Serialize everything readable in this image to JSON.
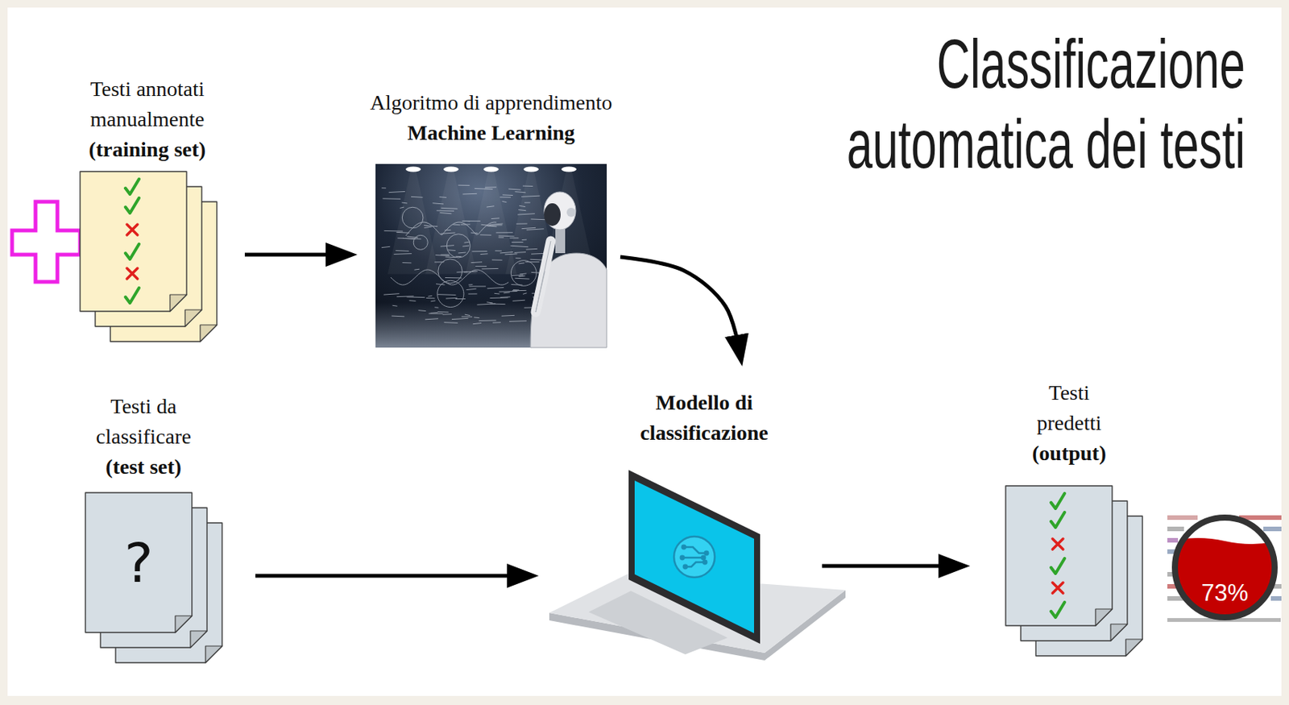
{
  "diagram": {
    "title": "Classificazione automatica dei testi",
    "nodes": [
      {
        "text": [
          "Testi annotati manualmente",
          "(training set)"
        ]
      },
      {
        "text": [
          "Algoritmo di apprendimento",
          "Machine Learning"
        ]
      },
      {
        "text": [
          "Testi da classificare",
          "(test set)",
          "?"
        ]
      },
      {
        "text": [
          "Modello di classificazione"
        ]
      },
      {
        "text": [
          "Testi predetti",
          "(output)"
        ]
      },
      {
        "text": [
          "73%"
        ]
      }
    ],
    "edges": [
      {
        "from": 0,
        "to": 1,
        "arrow": "to"
      },
      {
        "from": 1,
        "to": 3,
        "arrow": "to"
      },
      {
        "from": 2,
        "to": 3,
        "arrow": "to"
      },
      {
        "from": 3,
        "to": 4,
        "arrow": "to"
      }
    ]
  }
}
